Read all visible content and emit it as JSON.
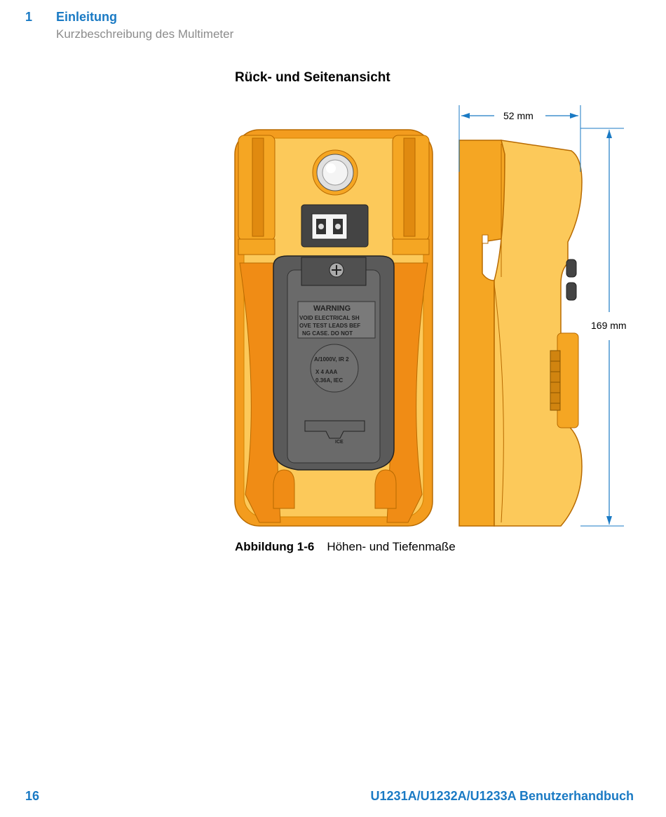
{
  "header": {
    "chapter_number": "1",
    "chapter_title": "Einleitung",
    "section_subtitle": "Kurzbeschreibung des Multimeter"
  },
  "section_title": "Rück- und Seitenansicht",
  "figure": {
    "width_label": "52 mm",
    "height_label": "169 mm",
    "back_panel_text": [
      "WARNING",
      "VOID ELECTRICAL SH",
      "OVE TEST LEADS BEF",
      "NG CASE. DO NOT",
      "A/1000V, IR 2",
      "X 4 AAA",
      "0.36A, IEC",
      "ICE"
    ],
    "colors": {
      "case_orange": "#f5a623",
      "case_light": "#fcc95a",
      "holster_gray": "#5a5a5a",
      "dimension_blue": "#1a7ac4"
    }
  },
  "caption": {
    "label": "Abbildung 1-6",
    "text": "Höhen- und Tiefenmaße"
  },
  "footer": {
    "page_number": "16",
    "manual_title": "U1231A/U1232A/U1233A Benutzerhandbuch"
  }
}
